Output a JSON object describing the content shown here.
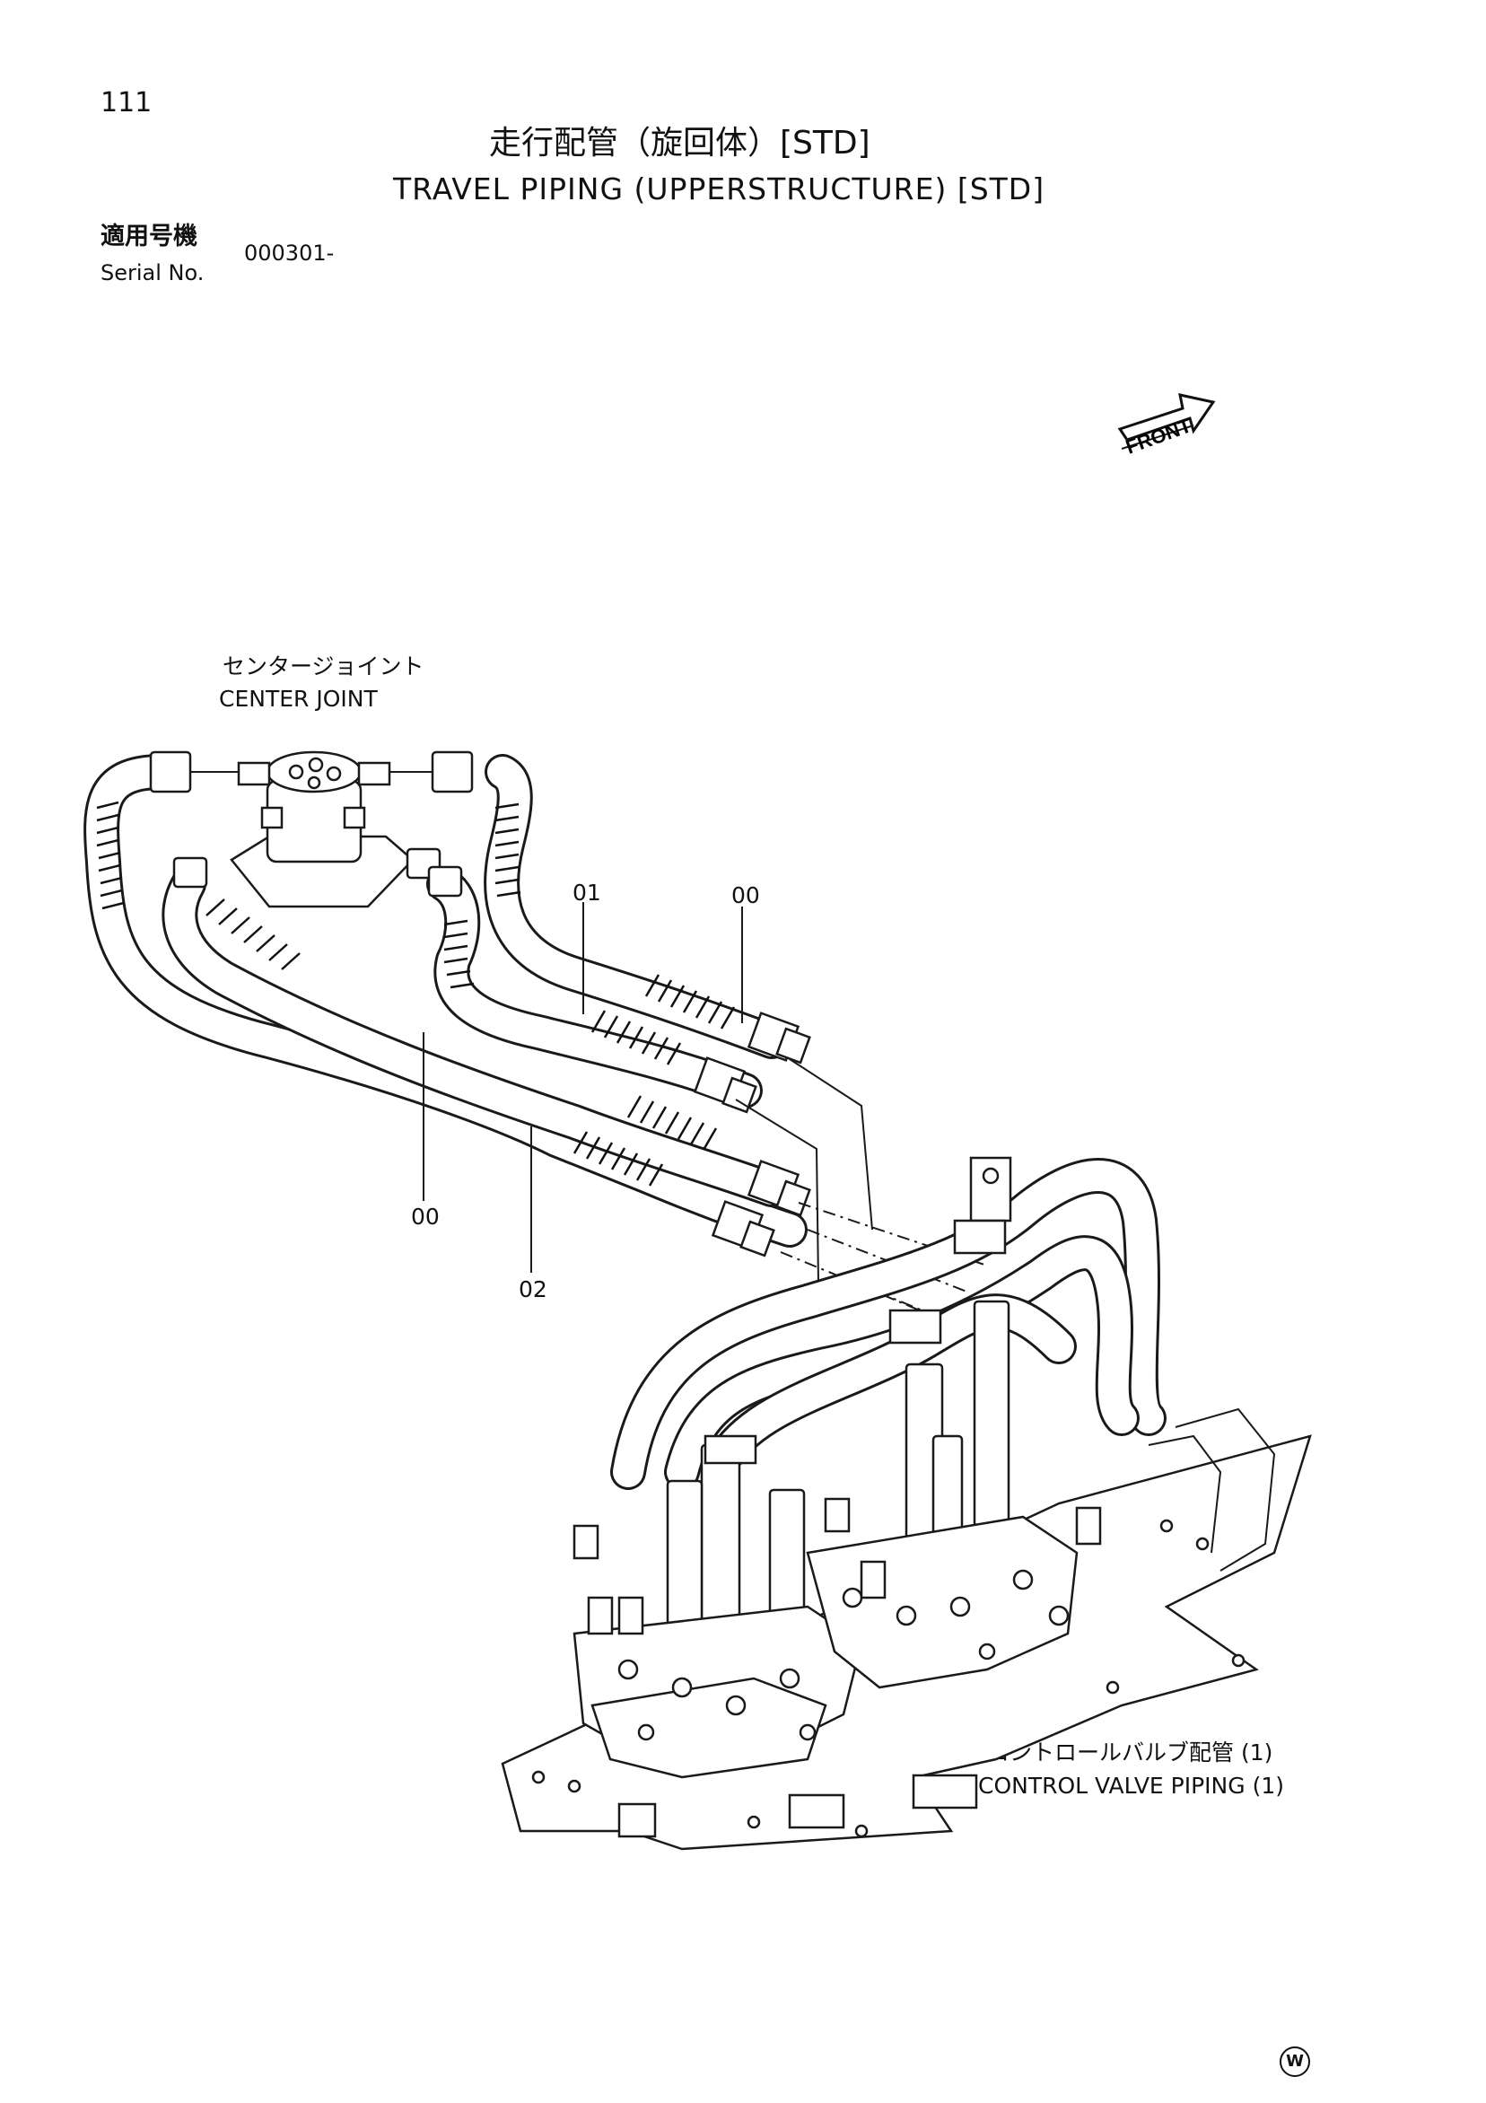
{
  "page_number": "111",
  "title_jp": "走行配管（旋回体）[STD]",
  "title_en": "TRAVEL PIPING (UPPERSTRUCTURE) [STD]",
  "serial": {
    "label_jp": "適用号機",
    "label_en": "Serial No.",
    "value": "000301-"
  },
  "front_mark": "FRONT",
  "labels": {
    "center_joint_jp": "センタージョイント",
    "center_joint_en": "CENTER JOINT",
    "control_valve_jp": "コントロールバルブ配管 (1)",
    "control_valve_en": "CONTROL VALVE PIPING (1)"
  },
  "callouts": [
    {
      "id": "01",
      "text": "01"
    },
    {
      "id": "00a",
      "text": "00"
    },
    {
      "id": "00b",
      "text": "00"
    },
    {
      "id": "02",
      "text": "02"
    }
  ],
  "footer_mark": "W"
}
